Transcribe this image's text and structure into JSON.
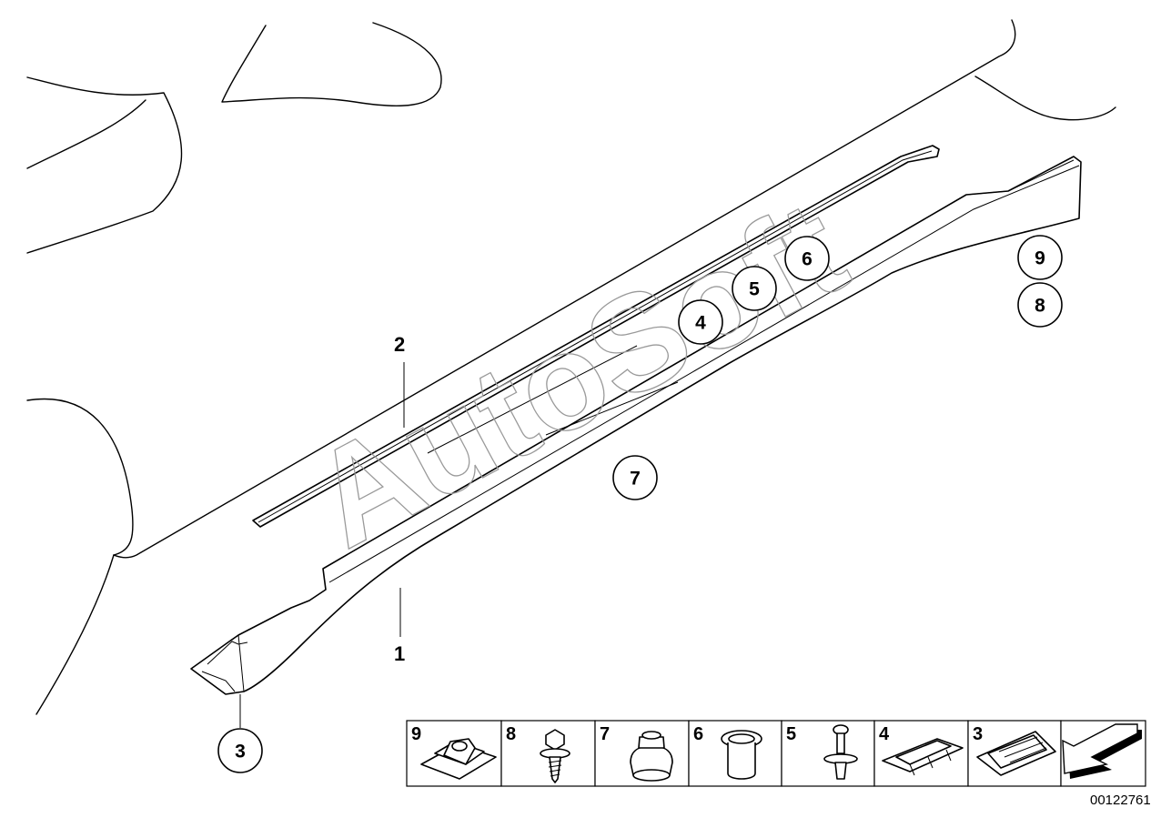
{
  "diagram": {
    "watermark": "AutoSoft",
    "document_number": "00122761",
    "callouts": [
      {
        "id": "label-1",
        "text": "1",
        "circled": false
      },
      {
        "id": "label-2",
        "text": "2",
        "circled": false
      },
      {
        "id": "bubble-3",
        "text": "3",
        "circled": true
      },
      {
        "id": "bubble-4",
        "text": "4",
        "circled": true
      },
      {
        "id": "bubble-5",
        "text": "5",
        "circled": true
      },
      {
        "id": "bubble-6",
        "text": "6",
        "circled": true
      },
      {
        "id": "bubble-7",
        "text": "7",
        "circled": true
      },
      {
        "id": "bubble-8",
        "text": "8",
        "circled": true
      },
      {
        "id": "bubble-9",
        "text": "9",
        "circled": true
      }
    ],
    "parts_strip": [
      {
        "num": "9",
        "icon": "clip-nut-icon"
      },
      {
        "num": "8",
        "icon": "screw-icon"
      },
      {
        "num": "7",
        "icon": "grommet-nut-icon"
      },
      {
        "num": "6",
        "icon": "sleeve-icon"
      },
      {
        "num": "5",
        "icon": "rivet-icon"
      },
      {
        "num": "4",
        "icon": "clip-4-icon"
      },
      {
        "num": "3",
        "icon": "clip-3-icon"
      },
      {
        "num": "",
        "icon": "direction-arrow-icon"
      }
    ]
  }
}
